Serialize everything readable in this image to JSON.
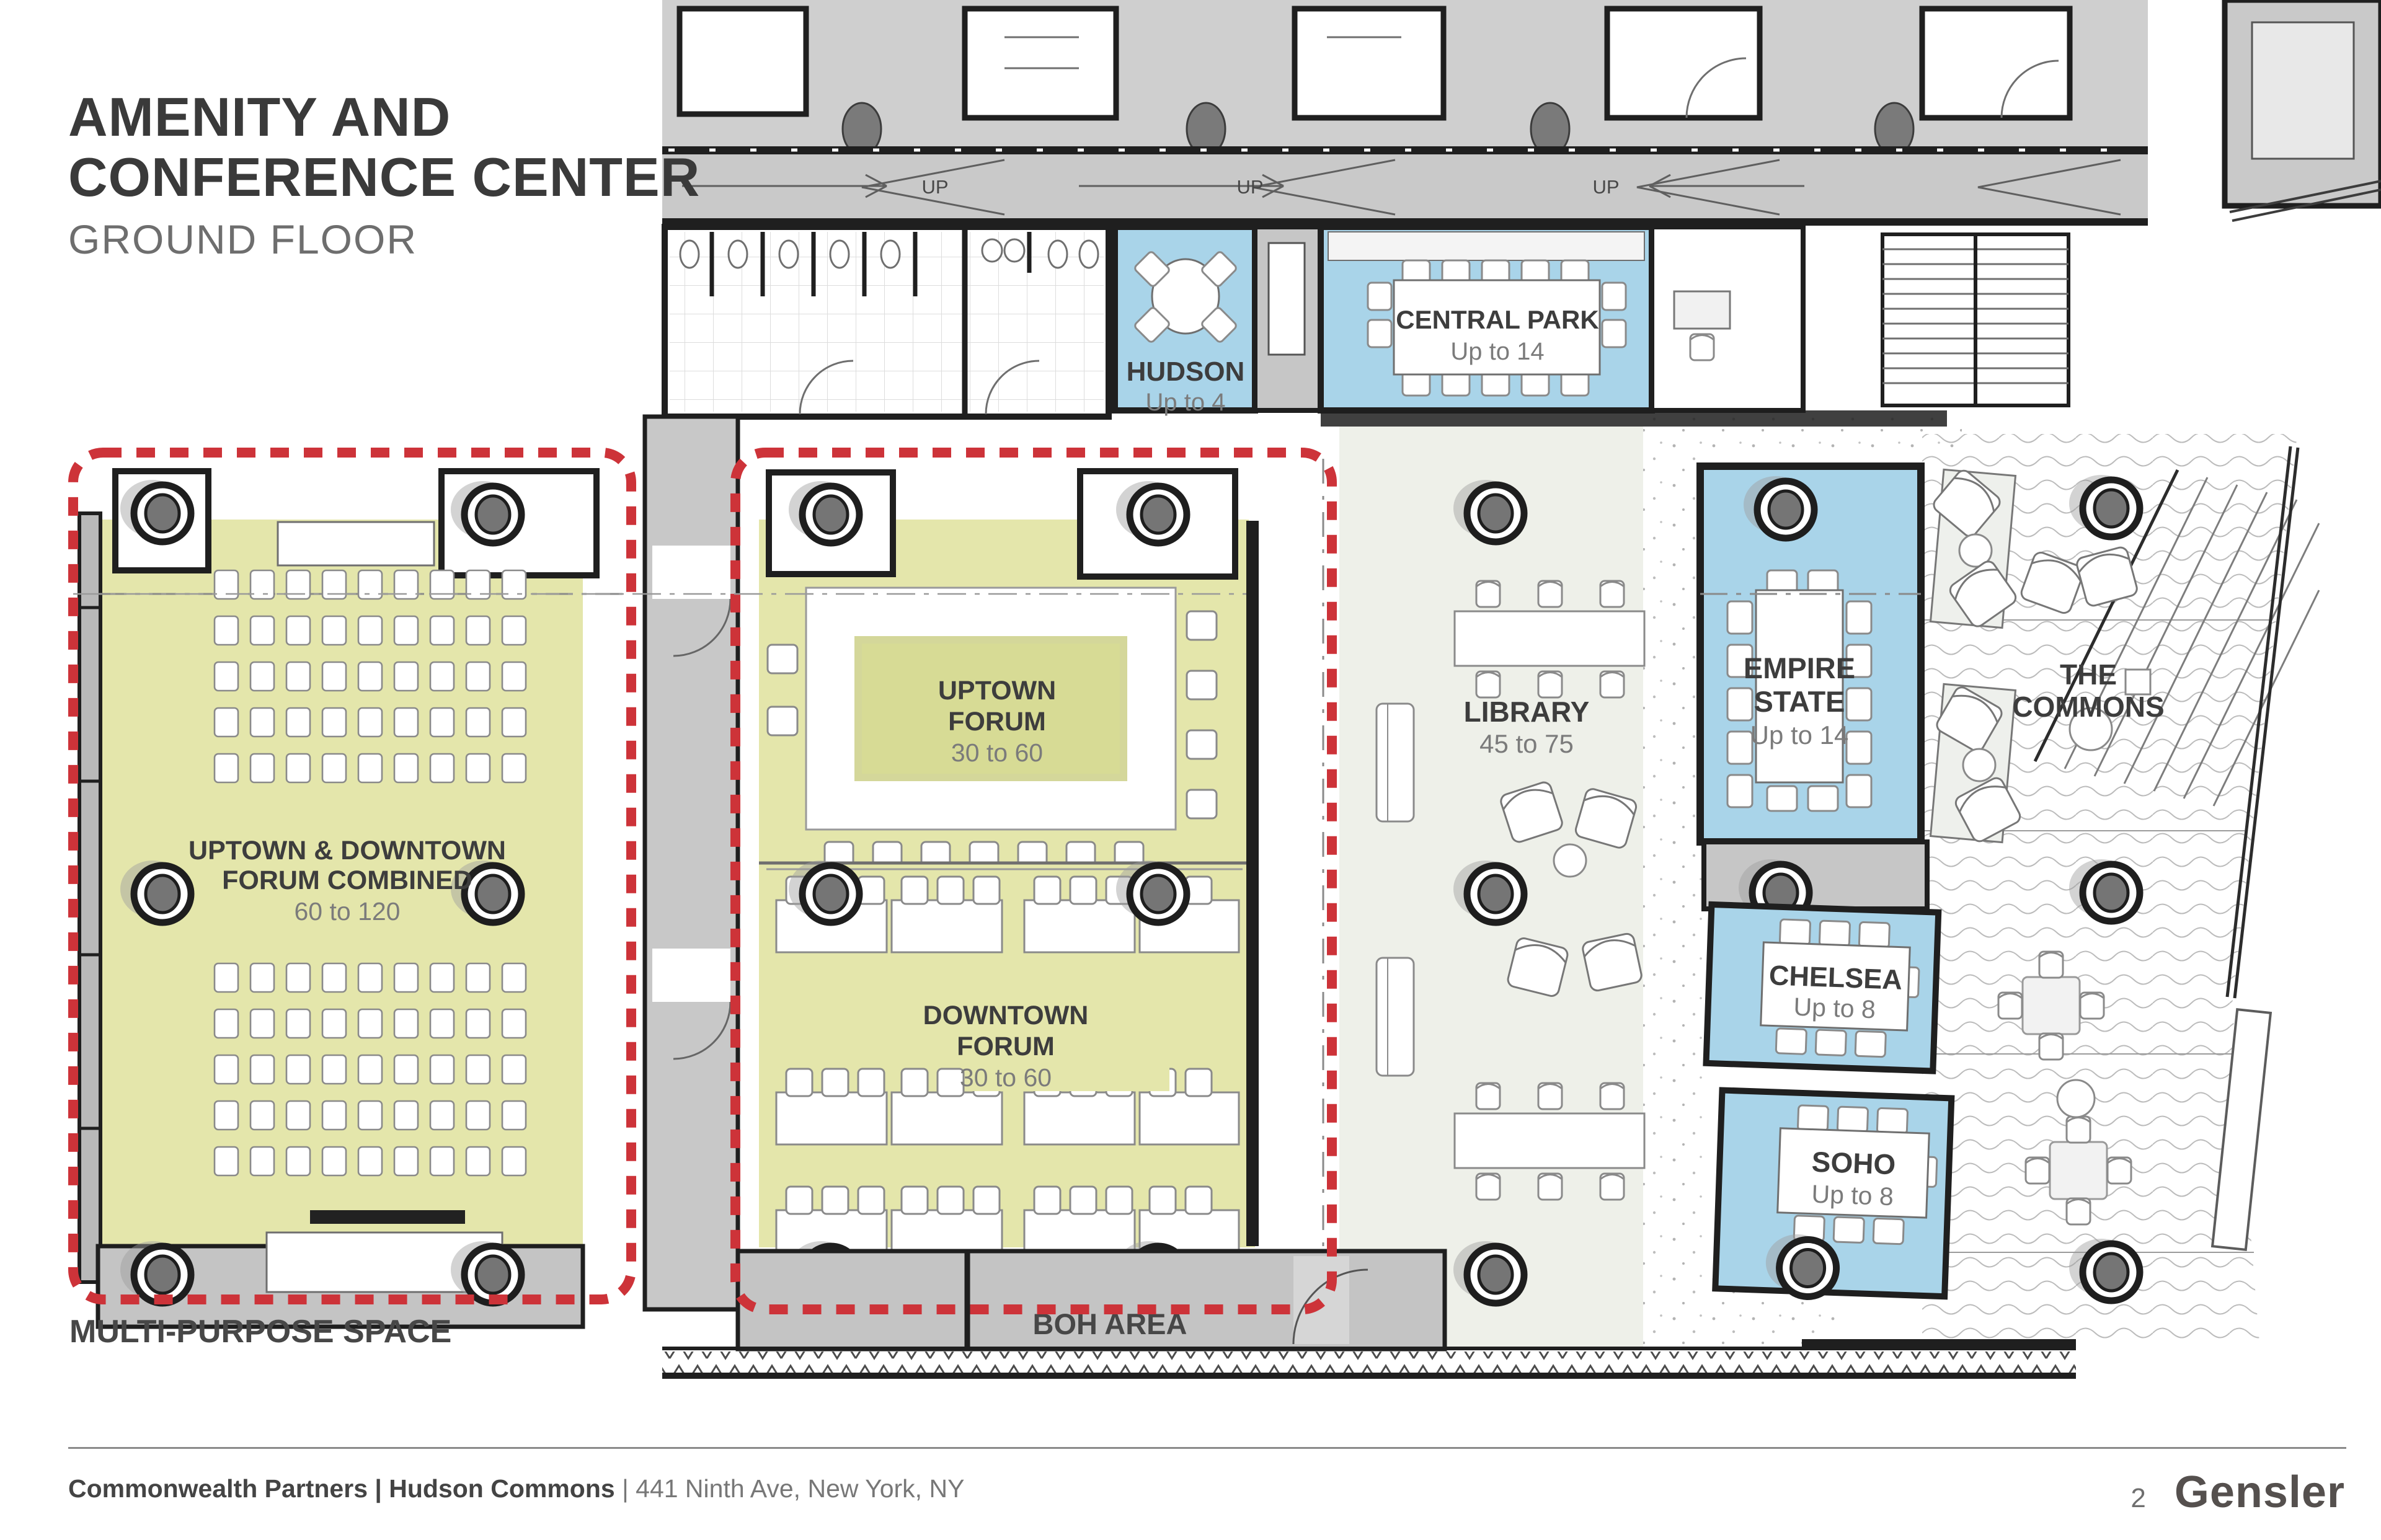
{
  "slide": {
    "title_line1": "AMENITY AND",
    "title_line2": "CONFERENCE CENTER",
    "subtitle": "GROUND FLOOR",
    "footer": {
      "client_project": "Commonwealth Partners | Hudson Commons",
      "address": "| 441 Ninth Ave, New York, NY",
      "page": "2",
      "brand": "Gensler"
    }
  },
  "rooms": {
    "hudson": {
      "name": "HUDSON",
      "capacity": "Up to 4"
    },
    "central_park": {
      "name": "CENTRAL PARK",
      "capacity": "Up to 14"
    },
    "uptown": {
      "name_line1": "UPTOWN",
      "name_line2": "FORUM",
      "capacity": "30 to 60"
    },
    "downtown": {
      "name_line1": "DOWNTOWN",
      "name_line2": "FORUM",
      "capacity": "30 to 60"
    },
    "combined": {
      "name_line1": "UPTOWN & DOWNTOWN",
      "name_line2": "FORUM COMBINED",
      "capacity": "60 to 120"
    },
    "library": {
      "name": "LIBRARY",
      "capacity": "45 to 75"
    },
    "empire_state": {
      "name_line1": "EMPIRE",
      "name_line2": "STATE",
      "capacity": "Up to 14"
    },
    "chelsea": {
      "name": "CHELSEA",
      "capacity": "Up to 8"
    },
    "soho": {
      "name": "SOHO",
      "capacity": "Up to 8"
    },
    "commons": {
      "name_line1": "THE",
      "name_line2": "COMMONS"
    }
  },
  "annotations": {
    "multi_purpose_space": "MULTI-PURPOSE SPACE",
    "boh_area": "BOH AREA",
    "up": "UP"
  },
  "colors": {
    "accent_red": "#cd3339",
    "room_yellow": "#e4e6ab",
    "room_yellow_dark": "#d4d79a",
    "room_blue": "#a9d4e9",
    "corridor_gray": "#c9c9c9",
    "boh_gray": "#c4c4c4",
    "library_green": "#eef0e9",
    "wall_dark": "#1f1f1f",
    "text_dark": "#3d3d3d",
    "text_light": "#7b7b7b"
  }
}
